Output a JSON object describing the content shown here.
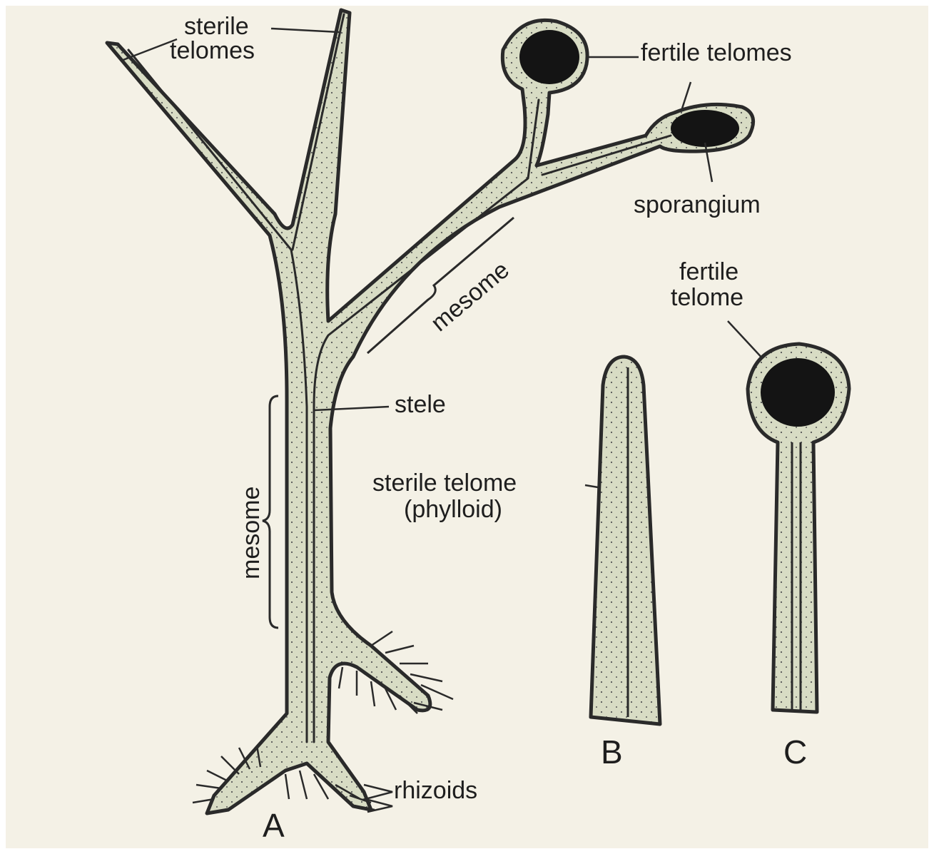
{
  "labels": {
    "sterile_telomes_line1": "sterile",
    "sterile_telomes_line2": "telomes",
    "fertile_telomes": "fertile telomes",
    "sporangium": "sporangium",
    "mesome_upper": "mesome",
    "mesome_lower": "mesome",
    "stele": "stele",
    "fertile_telome_line1": "fertile",
    "fertile_telome_line2": "telome",
    "sterile_telome_line1": "sterile telome",
    "sterile_telome_line2": "(phylloid)",
    "rhizoids": "rhizoids"
  },
  "panels": {
    "a": "A",
    "b": "B",
    "c": "C"
  },
  "colors": {
    "tissue_fill": "#d8dcc4",
    "outline": "#2a2a2a",
    "sporangium": "#141414",
    "paper": "#f4f1e6"
  }
}
